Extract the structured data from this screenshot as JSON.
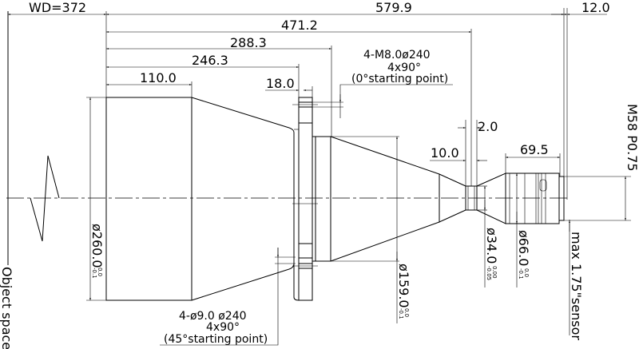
{
  "title": "Lens outline drawing",
  "dimensions": {
    "wd": "WD=372",
    "total": "579.9",
    "back": "12.0",
    "d471": "471.2",
    "d288": "288.3",
    "d246": "246.3",
    "d110": "110.0",
    "d18": "18.0",
    "d2": "2.0",
    "d10": "10.0",
    "d69": "69.5"
  },
  "diameters": {
    "d260": {
      "value": "ø260.0",
      "upper": "0.0",
      "lower": "-0.1"
    },
    "d159": {
      "value": "ø159.0",
      "upper": "0.0",
      "lower": "-0.1"
    },
    "d34": {
      "value": "ø34.0",
      "upper": "0.00",
      "lower": "-0.05"
    },
    "d66": {
      "value": "ø66.0",
      "upper": "0.0",
      "lower": "-0.1"
    }
  },
  "notes": {
    "top_holes": [
      "4-M8.0ø240",
      "4x90°",
      "(0°starting point)"
    ],
    "bottom_holes": [
      "4-ø9.0  ø240",
      "4x90°",
      "(45°starting point)"
    ],
    "mount": "M58 P0.75",
    "sensor": "max 1.75\"sensor",
    "object_space": "Object space"
  },
  "colors": {
    "line": "#000000",
    "background": "#ffffff"
  }
}
